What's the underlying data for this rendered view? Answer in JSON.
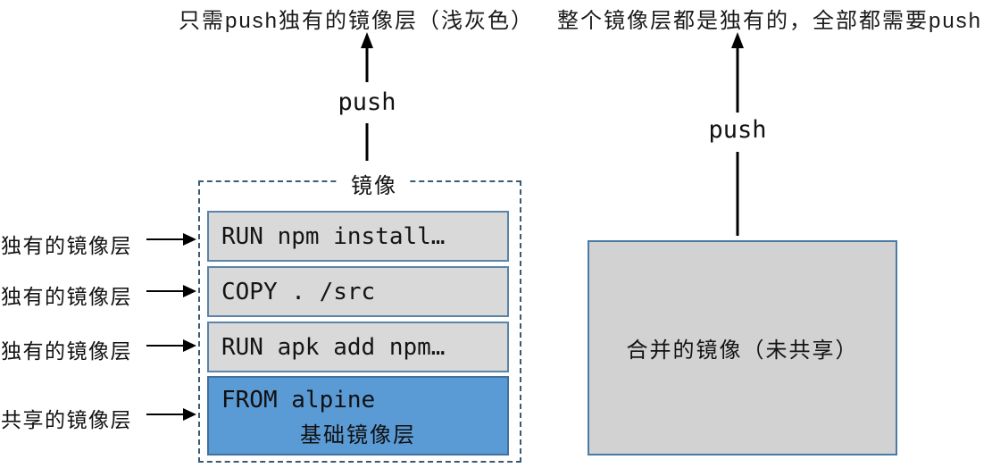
{
  "captions": {
    "left": "只需push独有的镜像层（浅灰色）",
    "right": "整个镜像层都是独有的，全部都需要push"
  },
  "left_diagram": {
    "push_label": "push",
    "box_title": "镜像",
    "row_labels": [
      "独有的镜像层",
      "独有的镜像层",
      "独有的镜像层",
      "共享的镜像层"
    ],
    "layers": [
      {
        "text": "RUN npm install…",
        "type": "unique"
      },
      {
        "text": "COPY . /src",
        "type": "unique"
      },
      {
        "text": "RUN apk add npm…",
        "type": "unique"
      },
      {
        "text": "FROM alpine",
        "sublabel": "基础镜像层",
        "type": "shared"
      }
    ]
  },
  "right_diagram": {
    "push_label": "push",
    "box_label": "合并的镜像（未共享）"
  },
  "colors": {
    "dashed_border": "#3d5a73",
    "layer_border": "#5b84a8",
    "layer_gray": "#d9d9d9",
    "layer_blue": "#5b9bd5",
    "blue_border": "#41719c",
    "merged_fill": "#d2d2d2",
    "merged_border": "#4a7ba6",
    "arrow": "#000000"
  }
}
